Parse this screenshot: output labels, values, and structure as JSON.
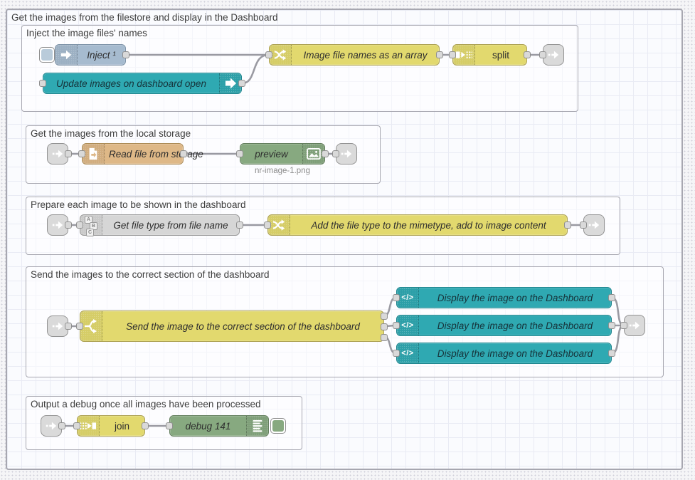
{
  "outer_group": {
    "title": "Get the images from the filestore and display in the Dashboard"
  },
  "groups": {
    "inject": {
      "title": "Inject the image files' names",
      "nodes": {
        "inject": {
          "label": "Inject ¹"
        },
        "ui_control": {
          "label": "Update images on dashboard open"
        },
        "change": {
          "label": "Image file names as an array"
        },
        "split": {
          "label": "split"
        }
      }
    },
    "storage": {
      "title": "Get the images from the local storage",
      "nodes": {
        "read_file": {
          "label": "Read file from storage"
        },
        "preview": {
          "label": "preview",
          "status": "nr-image-1.png"
        }
      }
    },
    "prepare": {
      "title": "Prepare each image to be shown in the dashboard",
      "nodes": {
        "get_file_type": {
          "label": "Get file type from file name"
        },
        "add_mimetype": {
          "label": "Add the file type to the mimetype, add to image content"
        }
      }
    },
    "send": {
      "title": "Send the images to the correct section of the dashboard",
      "nodes": {
        "switch": {
          "label": "Send the image to the correct section of the dashboard"
        },
        "template_1": {
          "label": "Display the image on the Dashboard"
        },
        "template_2": {
          "label": "Display the image on the Dashboard"
        },
        "template_3": {
          "label": "Display the image on the Dashboard"
        }
      }
    },
    "debug": {
      "title": "Output a debug once all images have been processed",
      "nodes": {
        "join": {
          "label": "join"
        },
        "debug": {
          "label": "debug 141"
        }
      }
    }
  },
  "icons": {
    "abc": [
      "A",
      "B",
      "C"
    ],
    "template_code": "</>"
  },
  "colors": {
    "inject_blue": "#a6bbcf",
    "dashboard_teal": "#2fa9b2",
    "rule_yellow": "#e2d96e",
    "file_tan": "#deb887",
    "debug_green": "#87a980",
    "gray_node": "#d6d6d6",
    "link_gray": "#dadada",
    "wire": "#9a9aa2"
  }
}
